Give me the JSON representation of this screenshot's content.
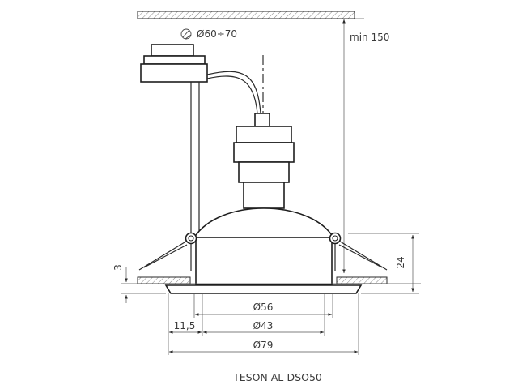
{
  "labels": {
    "hole_diameter": "Ø60÷70",
    "min_clearance": "min 150",
    "height": "24",
    "ceiling_thickness": "3",
    "outer_ring": "Ø56",
    "inner_ring": "Ø43",
    "flange": "Ø79",
    "offset": "11,5",
    "product": "TESON AL-DSO50"
  },
  "icons": {
    "hole_marker": "drill-hole-icon"
  }
}
